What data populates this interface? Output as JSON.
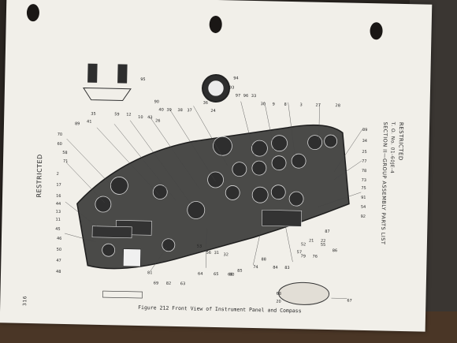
{
  "document": {
    "header_left": "RESTRICTED",
    "header_right_lines": [
      "RESTRICTED",
      "T. O. No. 01-60JE-4",
      "SECTION II—GROUP ASSEMBLY PARTS LIST"
    ],
    "figure_caption": "Figure 212  Front View of Instrument Panel and Compass",
    "page_number": "316"
  },
  "callouts": [
    "95",
    "94",
    "93",
    "97",
    "96",
    "33",
    "30",
    "9",
    "8",
    "3",
    "27",
    "28",
    "89",
    "34",
    "25",
    "77",
    "78",
    "73",
    "75",
    "91",
    "54",
    "92",
    "90",
    "40",
    "39",
    "38",
    "37",
    "36",
    "35",
    "24",
    "59",
    "12",
    "10",
    "43",
    "26",
    "89",
    "41",
    "70",
    "60",
    "58",
    "71",
    "2",
    "17",
    "16",
    "44",
    "13",
    "11",
    "45",
    "46",
    "50",
    "47",
    "48",
    "55",
    "76",
    "79",
    "86",
    "87",
    "88",
    "84",
    "74",
    "83",
    "85",
    "80",
    "81",
    "69",
    "82",
    "63",
    "64",
    "65",
    "66",
    "67",
    "68",
    "20",
    "22",
    "21",
    "52",
    "57",
    "53",
    "56",
    "31",
    "32"
  ]
}
